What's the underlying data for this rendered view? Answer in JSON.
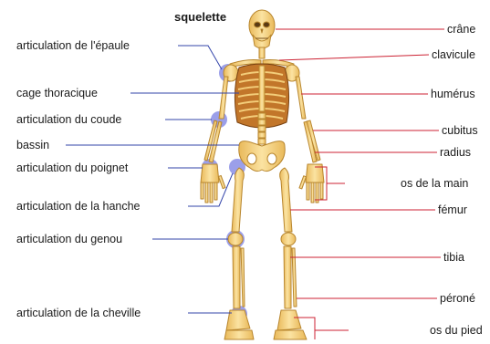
{
  "title": "squelette",
  "colors": {
    "bone_fill": "#f7d583",
    "bone_stroke": "#b8862e",
    "ribcage": "#c2762a",
    "joint": "#8a8fe6",
    "left_line": "#3344aa",
    "right_line": "#cc2233"
  },
  "left_labels": {
    "shoulder_joint": "articulation de l'épaule",
    "ribcage": "cage thoracique",
    "elbow_joint": "articulation du coude",
    "pelvis": "bassin",
    "wrist_joint": "articulation du poignet",
    "hip_joint": "articulation de la hanche",
    "knee_joint": "articulation du genou",
    "ankle_joint": "articulation de la cheville"
  },
  "right_labels": {
    "skull": "crâne",
    "clavicle": "clavicule",
    "humerus": "humérus",
    "ulna": "cubitus",
    "radius": "radius",
    "hand_bones": "os de la main",
    "femur": "fémur",
    "tibia": "tibia",
    "fibula": "péroné",
    "foot_bones": "os du pied"
  }
}
